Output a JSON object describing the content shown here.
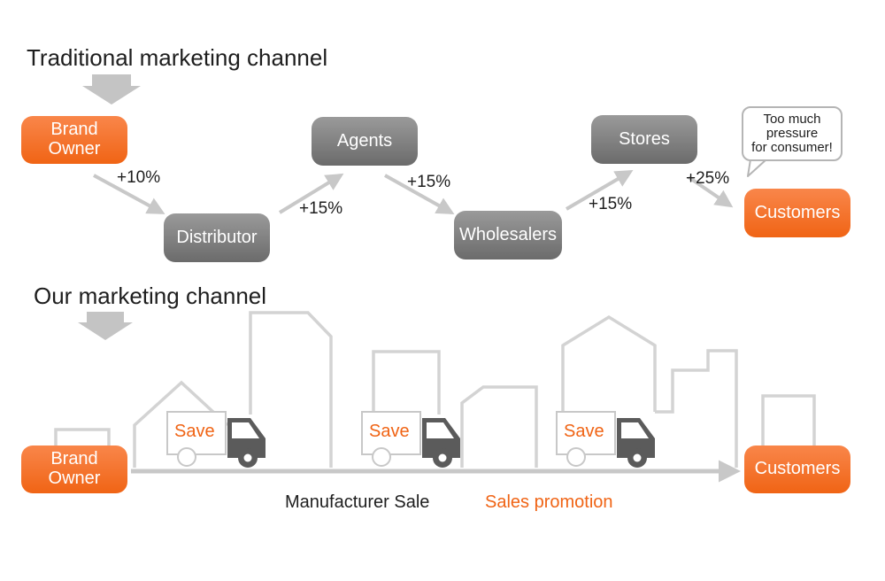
{
  "traditional": {
    "heading": "Traditional marketing channel",
    "nodes": {
      "brand_owner": "Brand\nOwner",
      "distributor": "Distributor",
      "agents": "Agents",
      "wholesalers": "Wholesalers",
      "stores": "Stores",
      "customers": "Customers"
    },
    "markups": [
      "+10%",
      "+15%",
      "+15%",
      "+15%",
      "+25%"
    ],
    "bubble": "Too much\npressure\nfor consumer!"
  },
  "ours": {
    "heading": "Our marketing channel",
    "brand_owner": "Brand\nOwner",
    "customers": "Customers",
    "save_labels": [
      "Save",
      "Save",
      "Save"
    ],
    "footer_left": "Manufacturer Sale",
    "footer_right": "Sales promotion"
  },
  "colors": {
    "accent_orange": "#f06415",
    "node_gray": "#7d7d7d",
    "line_gray": "#c8c8c8",
    "truck_dark": "#555555"
  }
}
